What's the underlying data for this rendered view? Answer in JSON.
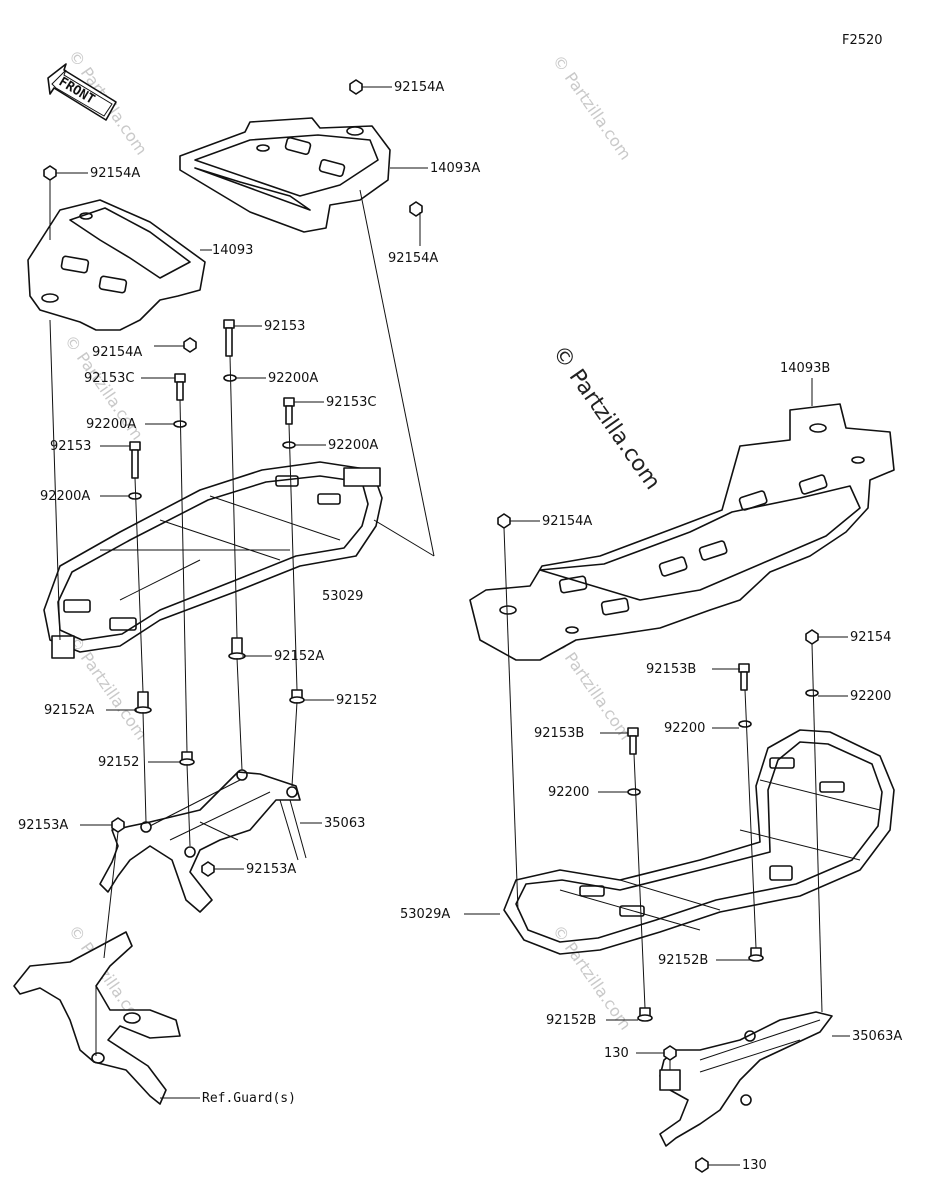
{
  "figure_code": "F2520",
  "front_arrow_label": "FRONT",
  "watermark": "© Partzilla.com",
  "callouts": {
    "c92154A_top": "92154A",
    "c14093A": "14093A",
    "c92154A_mid": "92154A",
    "c92154A_left": "92154A",
    "c14093": "14093",
    "c92154A_lower": "92154A",
    "c92153": "92153",
    "c92153C_a": "92153C",
    "c92200A_a": "92200A",
    "c92153C_b": "92153C",
    "c92200A_b": "92200A",
    "c92200A_c": "92200A",
    "c92200A_d": "92200A",
    "c92153_b": "92153",
    "c53029": "53029",
    "c92152A_a": "92152A",
    "c92152_a": "92152",
    "c92152A_b": "92152A",
    "c92152_b": "92152",
    "c35063": "35063",
    "c92153A_a": "92153A",
    "c92153A_b": "92153A",
    "c_ref": "Ref.Guard(s)",
    "c14093B": "14093B",
    "c92154A_right": "92154A",
    "c92154": "92154",
    "c92153B_a": "92153B",
    "c92200_a": "92200",
    "c92153B_b": "92153B",
    "c92200_b": "92200",
    "c92200_c": "92200",
    "c53029A": "53029A",
    "c92152B_a": "92152B",
    "c92152B_b": "92152B",
    "c35063A": "35063A",
    "c130_a": "130",
    "c130_b": "130"
  }
}
